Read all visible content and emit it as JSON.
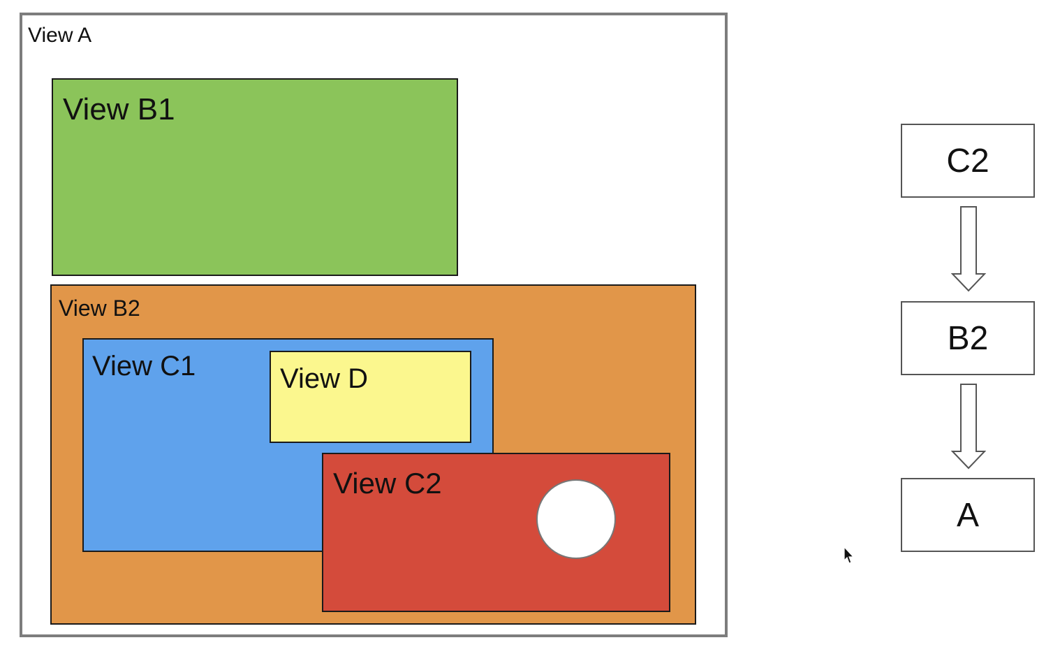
{
  "views": {
    "a": {
      "label": "View A"
    },
    "b1": {
      "label": "View B1"
    },
    "b2": {
      "label": "View B2"
    },
    "c1": {
      "label": "View C1"
    },
    "d": {
      "label": "View D"
    },
    "c2": {
      "label": "View C2"
    }
  },
  "hierarchy": {
    "nodes": [
      "C2",
      "B2",
      "A"
    ]
  },
  "colors": {
    "view_a_border": "#7d7d7d",
    "b1_green": "#8bc45a",
    "b2_orange": "#e19649",
    "c1_blue": "#5fa2ec",
    "d_yellow": "#fbf78e",
    "c2_red": "#d44b3b"
  },
  "icons": {
    "arrows": "down-arrow-icon",
    "cursor": "mouse-pointer-icon"
  }
}
